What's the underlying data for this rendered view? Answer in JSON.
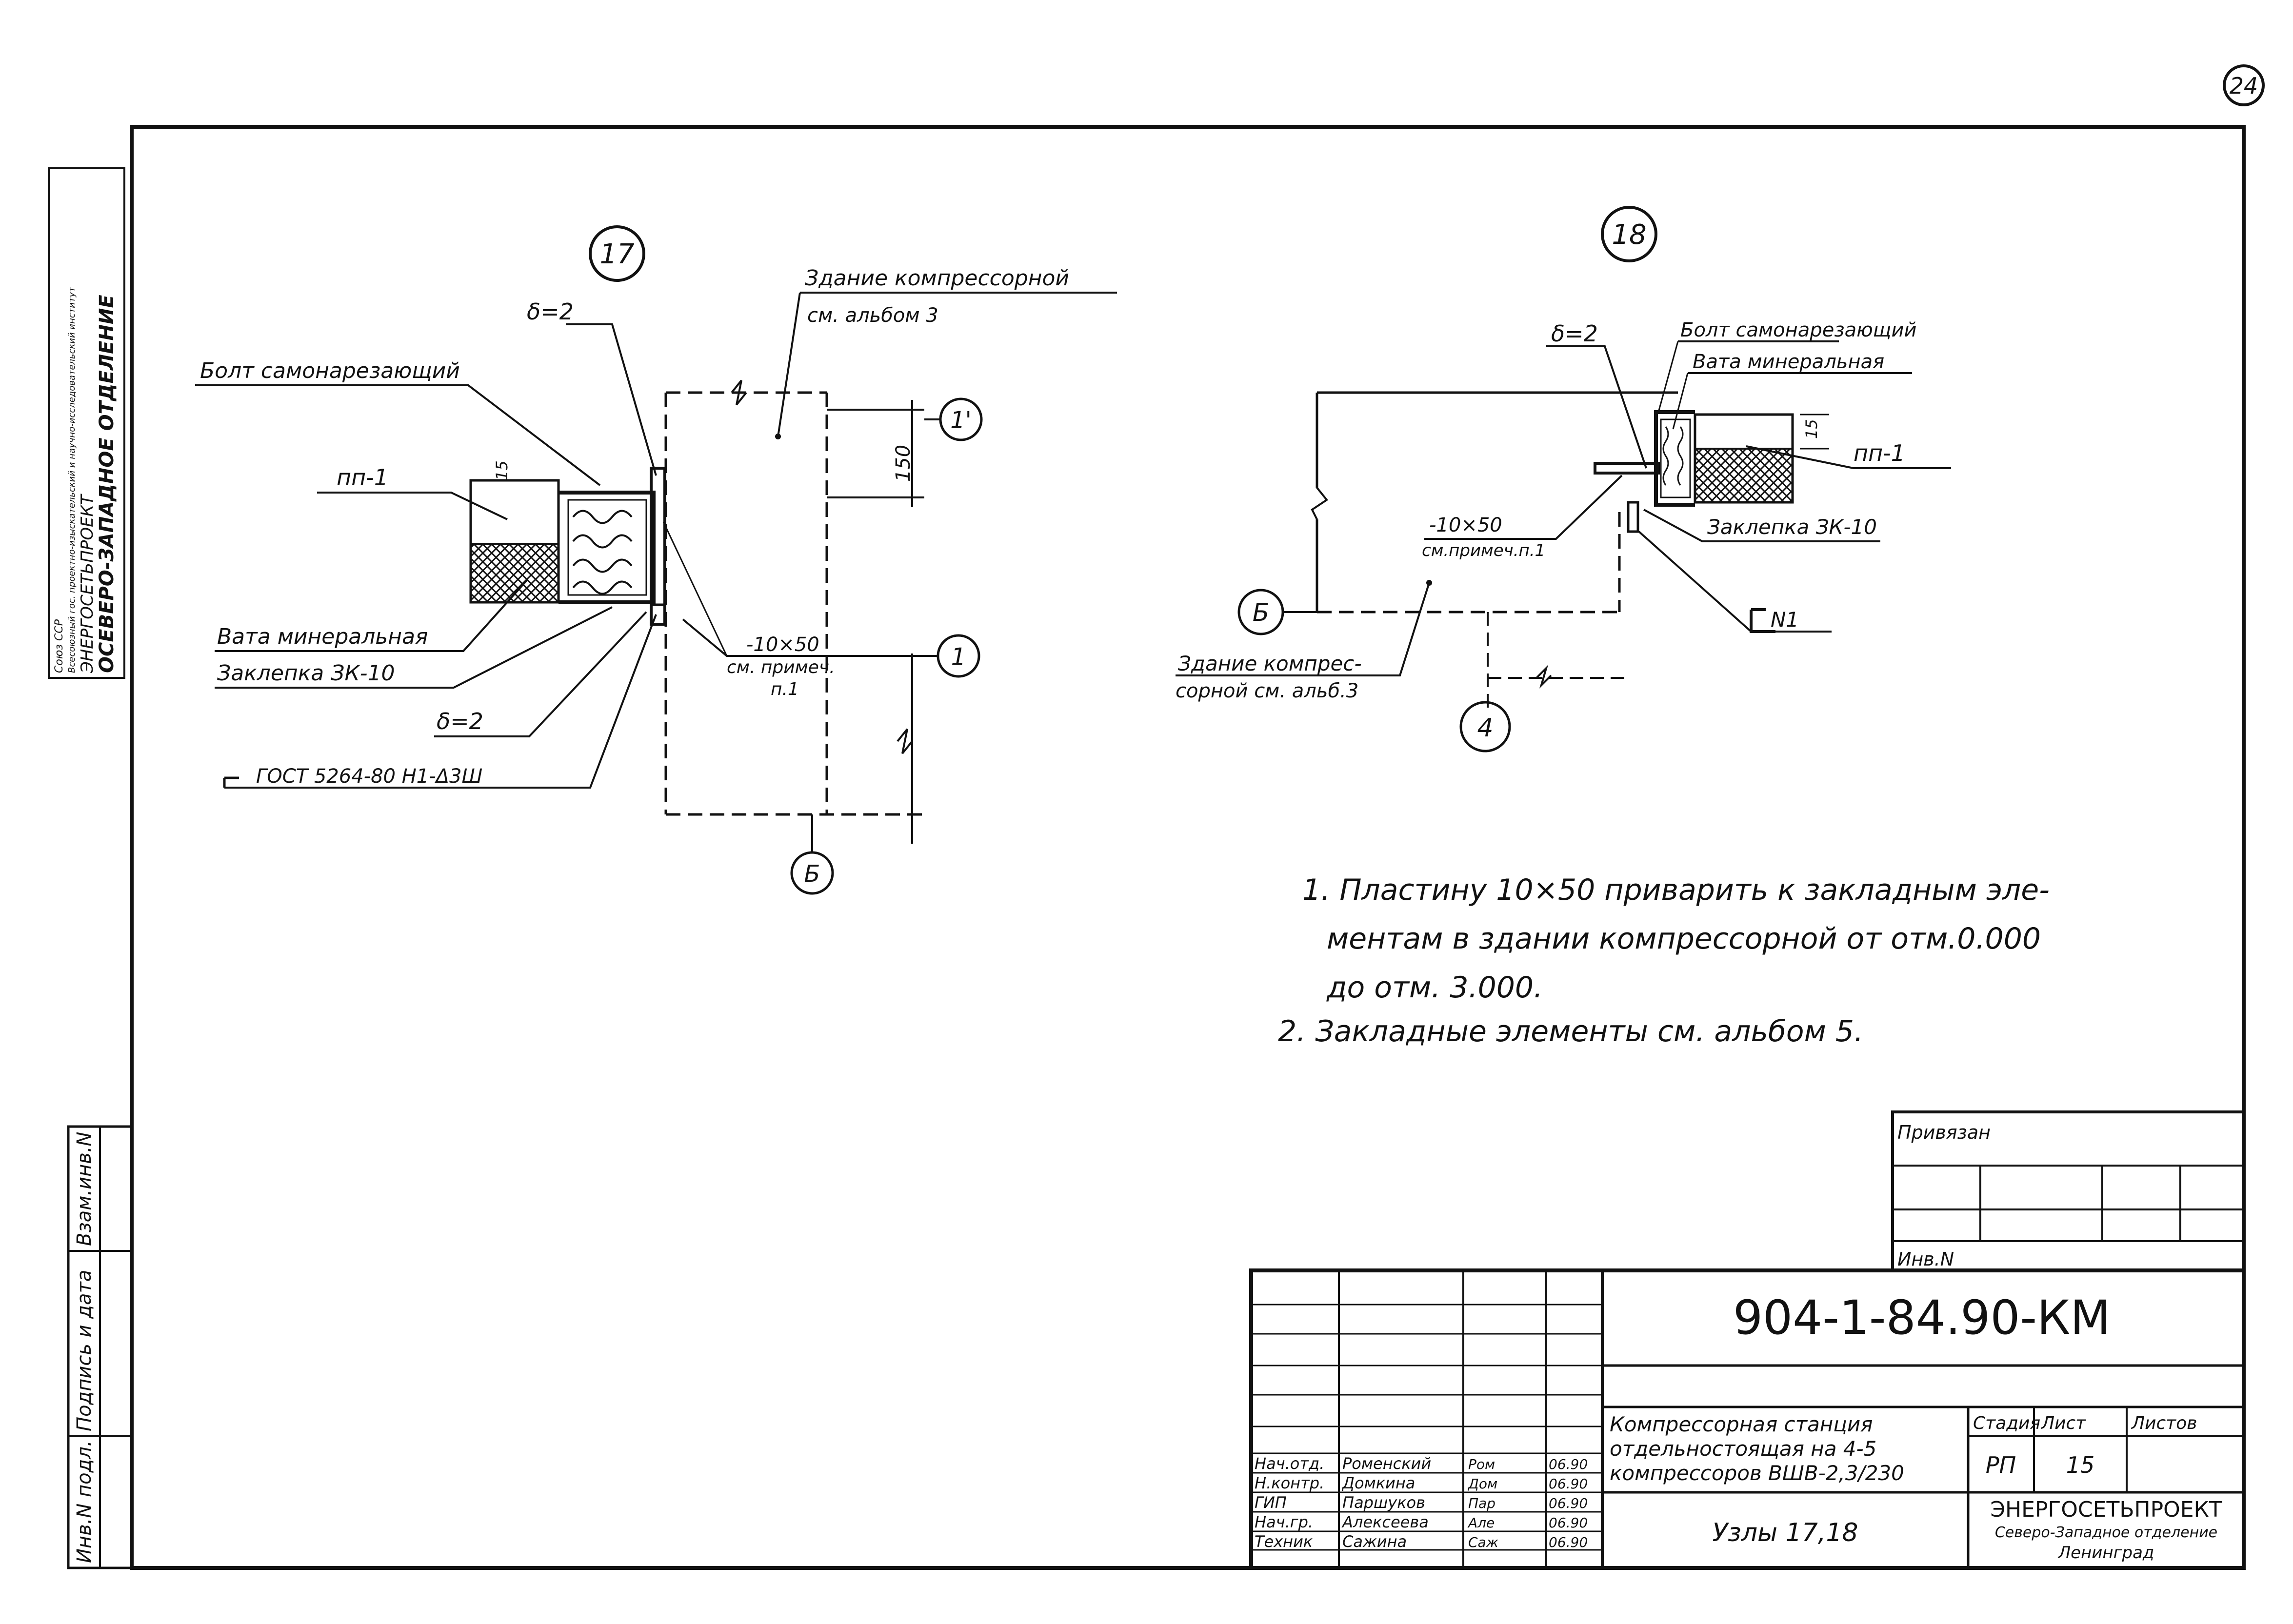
{
  "sheet_number": "24",
  "side_stamp": {
    "line1": "Союз ССР",
    "line2": "Всесоюзный гос. проектно-изыскательский и научно-исследовательский институт",
    "line3": "ЭНЕРГОСЕТЬПРОЕКТ",
    "line4": "ОСЕВЕРО-ЗАПАДНОЕ ОТДЕЛЕНИЕ"
  },
  "side_columns": {
    "inv_podl": "Инв.N подл.",
    "podpis": "Подпись и дата",
    "vzam": "Взам.инв.N"
  },
  "node17": {
    "number": "17",
    "delta_top": "δ=2",
    "building": "Здание компрессорной",
    "building_ref": "см. альбом 3",
    "bolt": "Болт самонарезающий",
    "pp": "пп-1",
    "dim15": "15",
    "dim150": "150",
    "plate": "-10×50",
    "plate_note1": "см. примеч.",
    "plate_note2": "п.1",
    "vata": "Вата минеральная",
    "rivet": "Заклепка ЗК-10",
    "delta_bottom": "δ=2",
    "gost": "ГОСТ 5264-80 Н1-Δ3Ш",
    "axis1p": "1'",
    "axis1": "1",
    "axisB": "Б"
  },
  "node18": {
    "number": "18",
    "delta": "δ=2",
    "bolt": "Болт самонарезающий",
    "vata": "Вата минеральная",
    "dim15": "15",
    "pp": "пп-1",
    "plate": "-10×50",
    "plate_note": "см.примеч.п.1",
    "rivet": "Заклепка ЗК-10",
    "angle": "N1",
    "axisB": "Б",
    "building1": "Здание компрес-",
    "building2": "сорной см. альб.3",
    "axis4": "4"
  },
  "notes": {
    "n1_line1": "1. Пластину 10×50 приварить к закладным эле-",
    "n1_line2": "ментам в здании компрессорной от отм.0.000",
    "n1_line3": "до отм. 3.000.",
    "n2": "2. Закладные элементы см. альбом 5."
  },
  "title_block": {
    "privyazan": "Привязан",
    "inv_n": "Инв.N",
    "code": "904-1-84.90-КМ",
    "project1": "Компрессорная станция",
    "project2": "отдельностоящая на 4-5",
    "project3": "компрессоров ВШВ-2,3/230",
    "stage_h": "Стадия",
    "sheet_h": "Лист",
    "sheets_h": "Листов",
    "stage": "РП",
    "sheet": "15",
    "sheets": "",
    "drawing": "Узлы 17,18",
    "org1": "ЭНЕРГОСЕТЬПРОЕКТ",
    "org2": "Северо-Западное отделение",
    "org3": "Ленинград",
    "staff": [
      {
        "role": "Нач.отд.",
        "name": "Роменский",
        "sign": "Ром",
        "date": "06.90"
      },
      {
        "role": "Н.контр.",
        "name": "Домкина",
        "sign": "Дом",
        "date": "06.90"
      },
      {
        "role": "ГИП",
        "name": "Паршуков",
        "sign": "Пар",
        "date": "06.90"
      },
      {
        "role": "Нач.гр.",
        "name": "Алексеева",
        "sign": "Але",
        "date": "06.90"
      },
      {
        "role": "Техник",
        "name": "Сажина",
        "sign": "Саж",
        "date": "06.90"
      }
    ]
  }
}
